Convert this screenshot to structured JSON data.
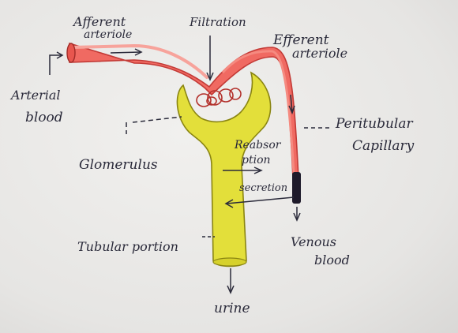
{
  "labels": {
    "afferent_1": "Afferent",
    "afferent_2": "arteriole",
    "filtration": "Filtration",
    "efferent_1": "Efferent",
    "efferent_2": "arteriole",
    "arterial_1": "Arterial",
    "arterial_2": "blood",
    "peritubular_1": "Peritubular",
    "peritubular_2": "Capillary",
    "glomerulus": "Glomerulus",
    "reabsorption_1": "Reabsor",
    "reabsorption_2": "ption",
    "secretion": "secretion",
    "tubular": "Tubular portion",
    "venous_1": "Venous",
    "venous_2": "blood",
    "urine": "urine"
  },
  "colors": {
    "vessel": "#f06a62",
    "vessel_dark": "#c33a36",
    "tubule": "#e3df3a",
    "tubule_edge": "#8a8512",
    "ink": "#2a2a3a",
    "coil": "#b3302b"
  }
}
